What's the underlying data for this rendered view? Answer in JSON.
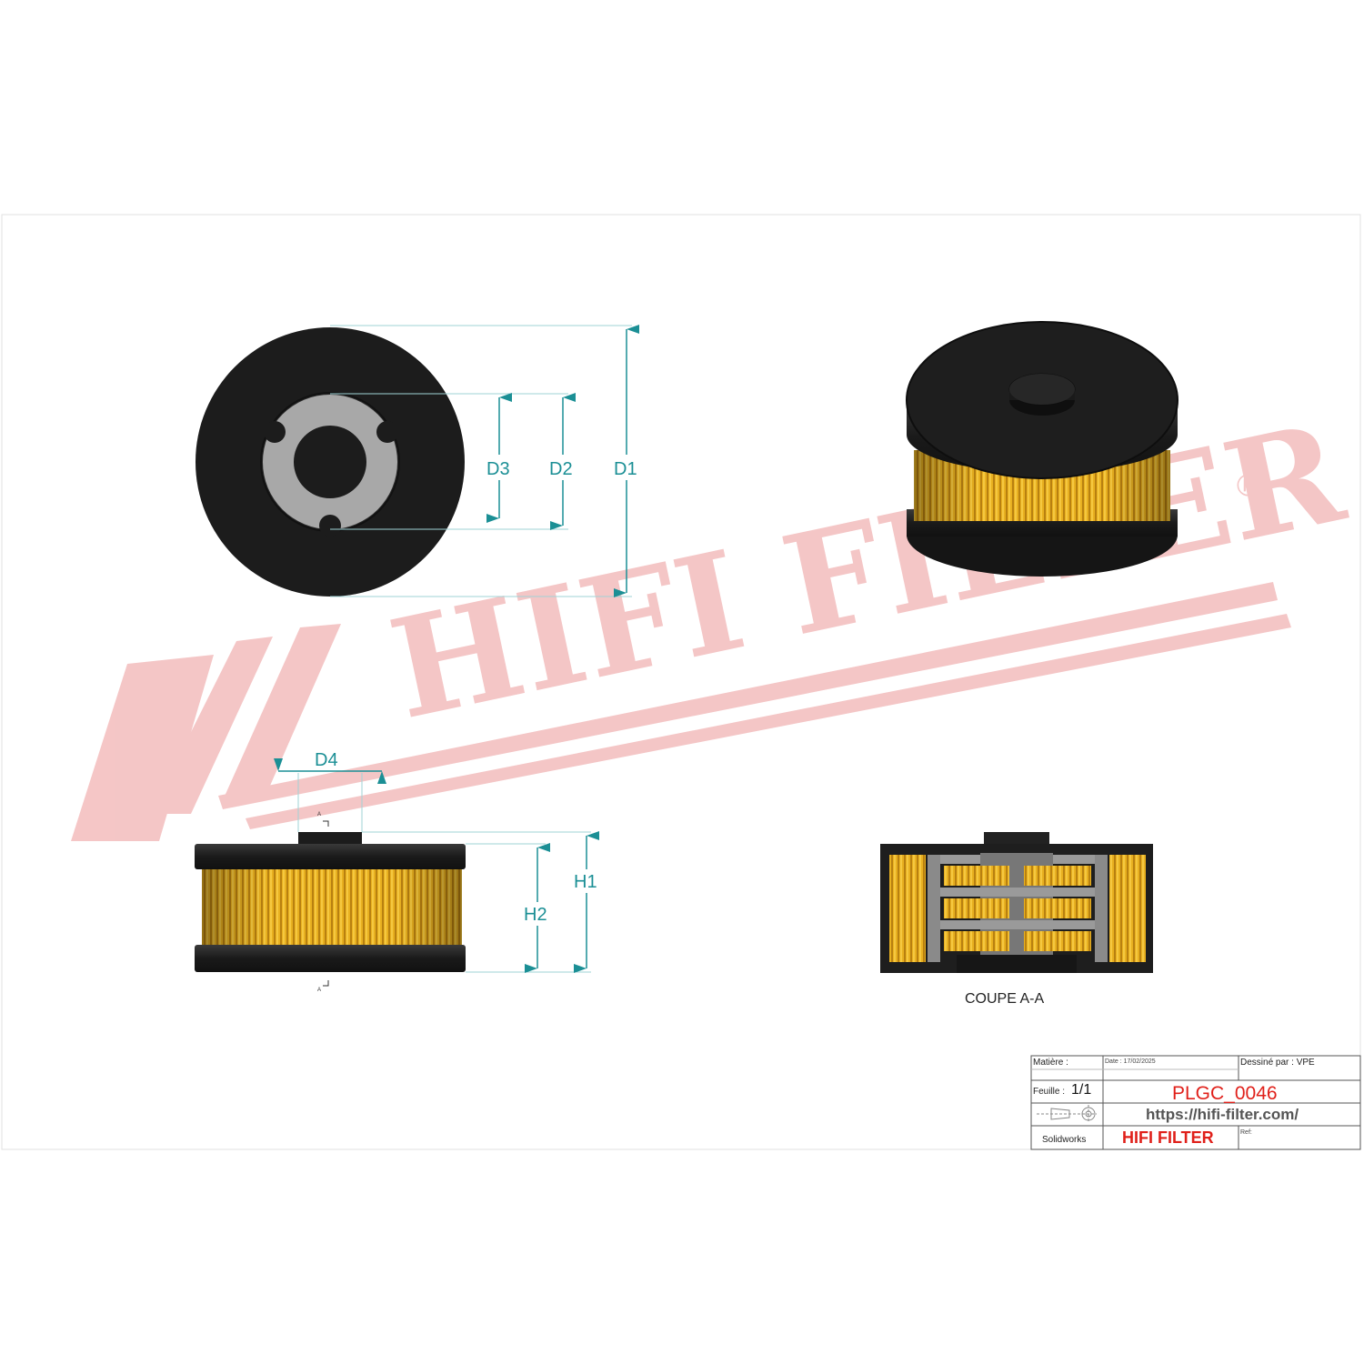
{
  "dimensions": {
    "d1": "D1",
    "d2": "D2",
    "d3": "D3",
    "d4": "D4",
    "h1": "H1",
    "h2": "H2"
  },
  "section": {
    "title": "COUPE A-A",
    "marker_label": "A"
  },
  "watermark": {
    "text": "HIFI FILTER",
    "registered": "®"
  },
  "title_block": {
    "matiere_label": "Matière :",
    "date_label": "Date : 17/02/2025",
    "dessine_label": "Dessiné par : VPE",
    "feuille_label": "Feuille :",
    "feuille_value": "1/1",
    "part_code": "PLGC_0046",
    "url": "https://hifi-filter.com/",
    "software": "Solidworks",
    "brand": "HIFI FILTER",
    "ref_label": "Ref:"
  },
  "colors": {
    "rubber": "#1e1e1e",
    "media": "#e8b020",
    "dimension": "#1b8f95",
    "watermark": "#f4c3c3",
    "brand_red": "#e0201a"
  }
}
